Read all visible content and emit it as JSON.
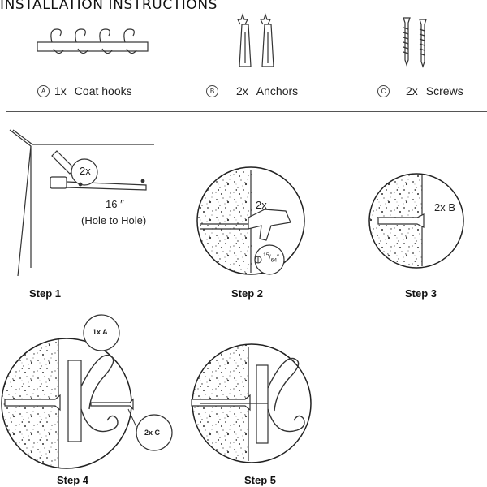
{
  "header": {
    "title": "INSTALLATION INSTRUCTIONS"
  },
  "parts": [
    {
      "letter": "A",
      "qty": "1x",
      "name": "Coat hooks"
    },
    {
      "letter": "B",
      "qty": "2x",
      "name": "Anchors"
    },
    {
      "letter": "C",
      "qty": "2x",
      "name": "Screws"
    }
  ],
  "steps": [
    {
      "label": "Step 1",
      "callout": "2x",
      "distance": "16 ″",
      "note": "(Hole to Hole)"
    },
    {
      "label": "Step 2",
      "callout": "2x",
      "bit_num": "15",
      "bit_den": "64",
      "bit_unit": "″"
    },
    {
      "label": "Step 3",
      "callout": "2x B"
    },
    {
      "label": "Step 4",
      "callout_top": "1x A",
      "callout_bottom": "2x C"
    },
    {
      "label": "Step 5"
    }
  ]
}
